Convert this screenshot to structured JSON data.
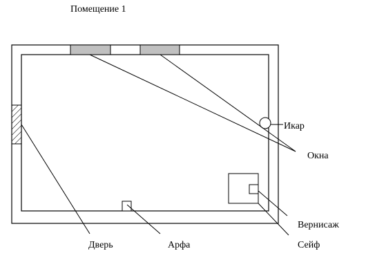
{
  "title": "Помещение 1",
  "labels": {
    "ikar": "Икар",
    "okna": "Окна",
    "vernisazh": "Вернисаж",
    "seif": "Сейф",
    "dver": "Дверь",
    "arfa": "Арфа"
  },
  "colors": {
    "line": "#000000",
    "window_fill": "#c0c0c0",
    "background": "#ffffff"
  }
}
